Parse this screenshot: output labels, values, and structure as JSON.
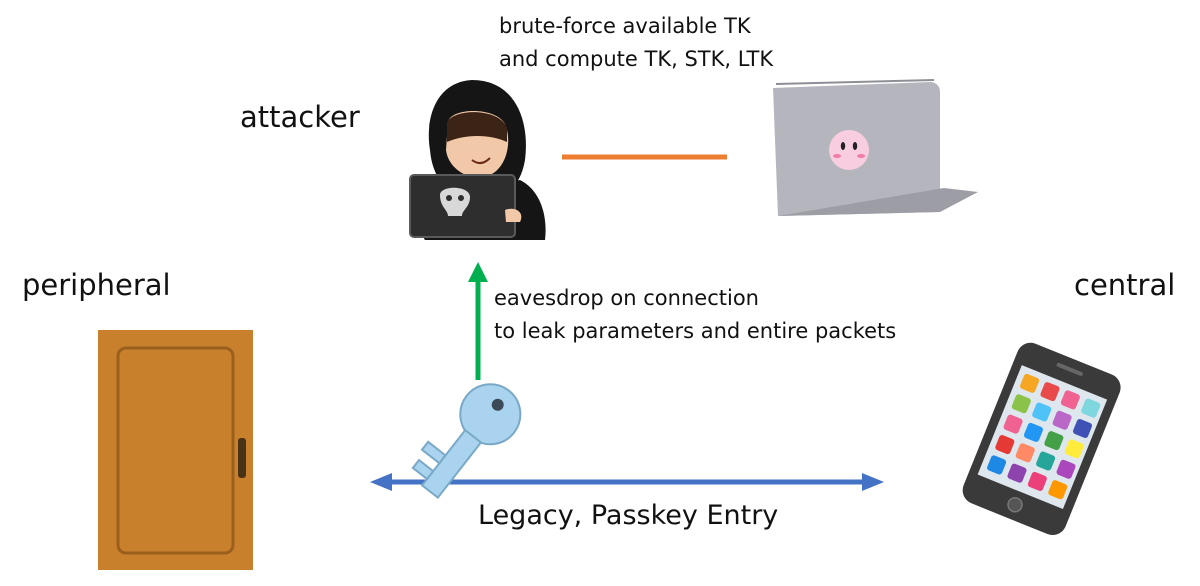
{
  "labels": {
    "attacker": "attacker",
    "peripheral": "peripheral",
    "central": "central"
  },
  "annotations": {
    "attacker_line1": "brute-force available TK",
    "attacker_line2": "and compute TK, STK, LTK",
    "eavesdrop_line1": "eavesdrop on connection",
    "eavesdrop_line2": "to leak parameters and entire packets",
    "pairing_method": "Legacy, Passkey Entry"
  },
  "colors": {
    "link_line": "#ed7d31",
    "eavesdrop_arrow": "#00b050",
    "pairing_arrow": "#4472c4",
    "door": "#c8802c",
    "key": "#a9d3ee",
    "laptop": "#b5b5be",
    "phone": "#3a3a3a"
  },
  "icons": {
    "attacker": "hooded-hacker-icon",
    "laptop": "laptop-icon",
    "door": "door-icon",
    "key": "key-icon",
    "phone": "smartphone-icon"
  }
}
